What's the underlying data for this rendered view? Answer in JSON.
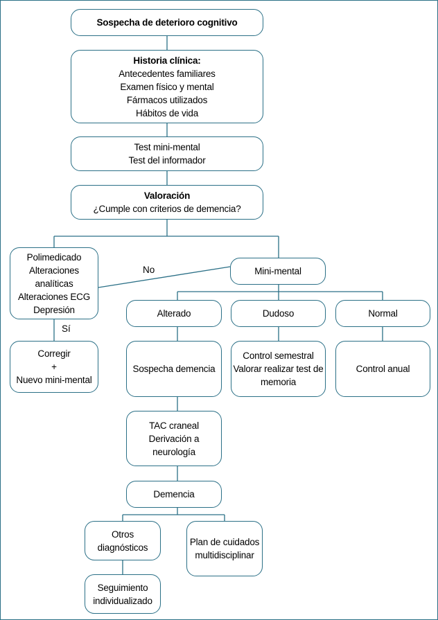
{
  "colors": {
    "stroke": "#2a6f86",
    "text": "#000000",
    "background": "#ffffff"
  },
  "nodes": {
    "sospecha": {
      "title": "Sospecha de deterioro cognitivo"
    },
    "historia": {
      "title": "Historia clínica:",
      "lines": [
        "Antecedentes familiares",
        "Examen físico y mental",
        "Fármacos utilizados",
        "Hábitos de vida"
      ]
    },
    "tests": {
      "lines": [
        "Test mini-mental",
        "Test del informador"
      ]
    },
    "valoracion": {
      "title": "Valoración",
      "lines": [
        "¿Cumple con criterios de demencia?"
      ]
    },
    "polimedicado": {
      "lines": [
        "Polimedicado",
        "Alteraciones",
        "analíticas",
        "Alteraciones ECG",
        "Depresión"
      ]
    },
    "minimental": {
      "lines": [
        "Mini-mental"
      ]
    },
    "corregir": {
      "lines": [
        "Corregir",
        "+",
        "Nuevo mini-mental"
      ]
    },
    "alterado": {
      "lines": [
        "Alterado"
      ]
    },
    "dudoso": {
      "lines": [
        "Dudoso"
      ]
    },
    "normal": {
      "lines": [
        "Normal"
      ]
    },
    "sospecha_demencia": {
      "lines": [
        "Sospecha demencia"
      ]
    },
    "control_semestral": {
      "lines": [
        "Control semestral",
        "Valorar realizar test de",
        "memoria"
      ]
    },
    "control_anual": {
      "lines": [
        "Control anual"
      ]
    },
    "tac": {
      "lines": [
        "TAC craneal",
        "Derivación a",
        "neurología"
      ]
    },
    "demencia": {
      "lines": [
        "Demencia"
      ]
    },
    "otros": {
      "lines": [
        "Otros",
        "diagnósticos"
      ]
    },
    "plan": {
      "lines": [
        "Plan de cuidados",
        "multidisciplinar"
      ]
    },
    "seguimiento": {
      "lines": [
        "Seguimiento",
        "individualizado"
      ]
    }
  },
  "edge_labels": {
    "no": "No",
    "si": "Sí"
  }
}
